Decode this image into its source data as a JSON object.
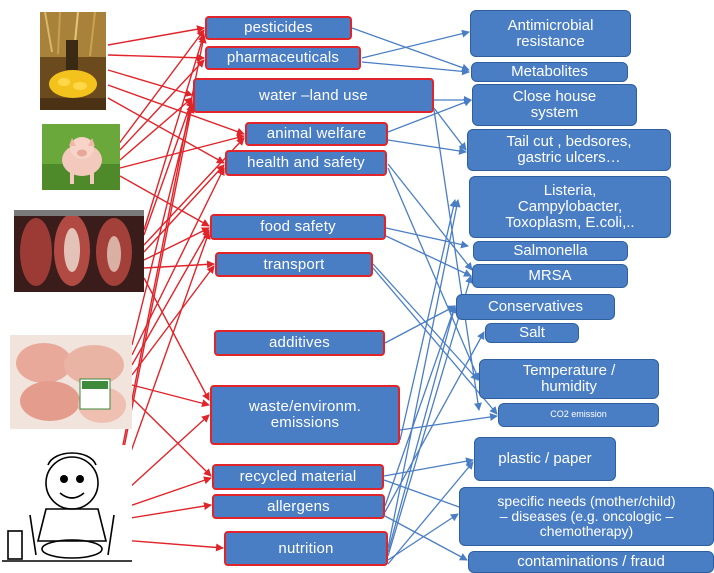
{
  "left_images": [
    {
      "name": "corn-harvest-image"
    },
    {
      "name": "pig-image"
    },
    {
      "name": "meat-carcasses-image"
    },
    {
      "name": "packaged-meat-image"
    },
    {
      "name": "cartoon-eater-image"
    }
  ],
  "middle_nodes": [
    {
      "id": "pesticides",
      "label": "pesticides"
    },
    {
      "id": "pharmaceuticals",
      "label": "pharmaceuticals"
    },
    {
      "id": "water-land-use",
      "label": "water –land use"
    },
    {
      "id": "animal-welfare",
      "label": "animal welfare"
    },
    {
      "id": "health-and-safety",
      "label": "health and safety"
    },
    {
      "id": "food-safety",
      "label": "food safety"
    },
    {
      "id": "transport",
      "label": "transport"
    },
    {
      "id": "additives",
      "label": "additives"
    },
    {
      "id": "waste-environm-emissions",
      "label": "waste/environm.\nemissions"
    },
    {
      "id": "recycled-material",
      "label": "recycled material"
    },
    {
      "id": "allergens",
      "label": "allergens"
    },
    {
      "id": "nutrition",
      "label": "nutrition"
    }
  ],
  "right_nodes": [
    {
      "id": "antimicrobial-resistance",
      "label": "Antimicrobial\nresistance"
    },
    {
      "id": "metabolites",
      "label": "Metabolites"
    },
    {
      "id": "close-house-system",
      "label": "Close house\nsystem"
    },
    {
      "id": "tail-cut",
      "label": "Tail cut , bedsores,\ngastric ulcers…"
    },
    {
      "id": "listeria",
      "label": "Listeria,\nCampylobacter,\nToxoplasm, E.coli,.."
    },
    {
      "id": "salmonella",
      "label": "Salmonella"
    },
    {
      "id": "mrsa",
      "label": "MRSA"
    },
    {
      "id": "conservatives",
      "label": "Conservatives"
    },
    {
      "id": "salt",
      "label": "Salt"
    },
    {
      "id": "temperature-humidity",
      "label": "Temperature /\nhumidity"
    },
    {
      "id": "co2-emission",
      "label": "CO2 emission"
    },
    {
      "id": "plastic-paper",
      "label": "plastic / paper"
    },
    {
      "id": "specific-needs",
      "label": "specific needs (mother/child)\n– diseases (e.g. oncologic –\nchemotherapy)"
    },
    {
      "id": "contaminations-fraud",
      "label": "contaminations / fraud"
    }
  ],
  "colors": {
    "node_fill": "#4a7ec4",
    "middle_border": "#e0242a",
    "red_arrow": "#e0242a",
    "blue_arrow": "#4a7ec4"
  }
}
